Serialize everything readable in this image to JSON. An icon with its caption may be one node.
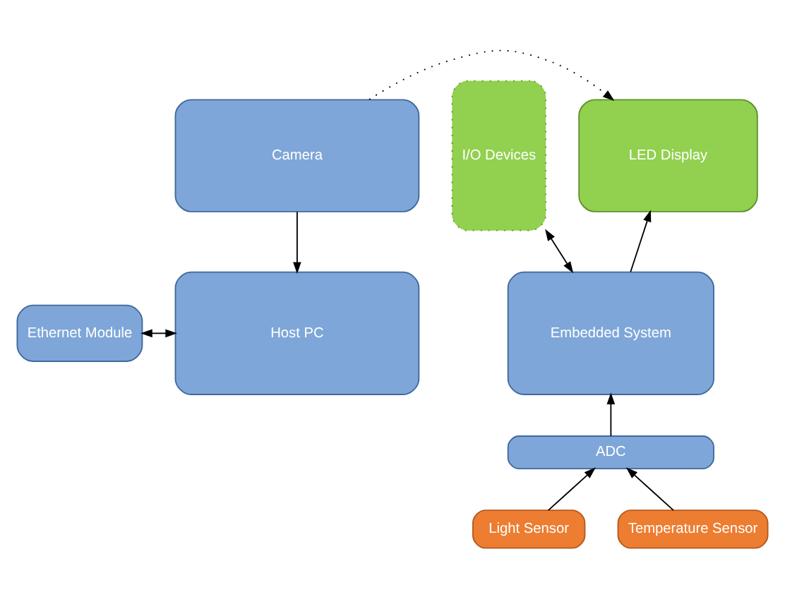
{
  "diagram": {
    "nodes": [
      {
        "text": [
          "I/O Devices"
        ]
      },
      {
        "text": [
          "LED Display"
        ]
      },
      {
        "text": [
          "Camera"
        ]
      },
      {
        "text": [
          "Embedded System"
        ]
      },
      {
        "text": [
          "Ethernet Module"
        ]
      },
      {
        "text": [
          "Host PC"
        ]
      },
      {
        "text": [
          "ADC"
        ]
      },
      {
        "text": [
          "Light Sensor"
        ]
      },
      {
        "text": [
          "Temperature Sensor"
        ]
      }
    ],
    "edges": [
      {
        "from": 0,
        "to": 3,
        "arrow": "both"
      },
      {
        "from": 3,
        "to": 1,
        "arrow": "to"
      },
      {
        "from": 2,
        "to": 1,
        "arrow": "to",
        "style": "dashed"
      },
      {
        "from": 2,
        "to": 5,
        "arrow": "to"
      },
      {
        "from": 4,
        "to": 5,
        "arrow": "both"
      },
      {
        "from": 6,
        "to": 3,
        "arrow": "to"
      },
      {
        "from": 7,
        "to": 6,
        "arrow": "to"
      },
      {
        "from": 8,
        "to": 6,
        "arrow": "to"
      }
    ]
  }
}
